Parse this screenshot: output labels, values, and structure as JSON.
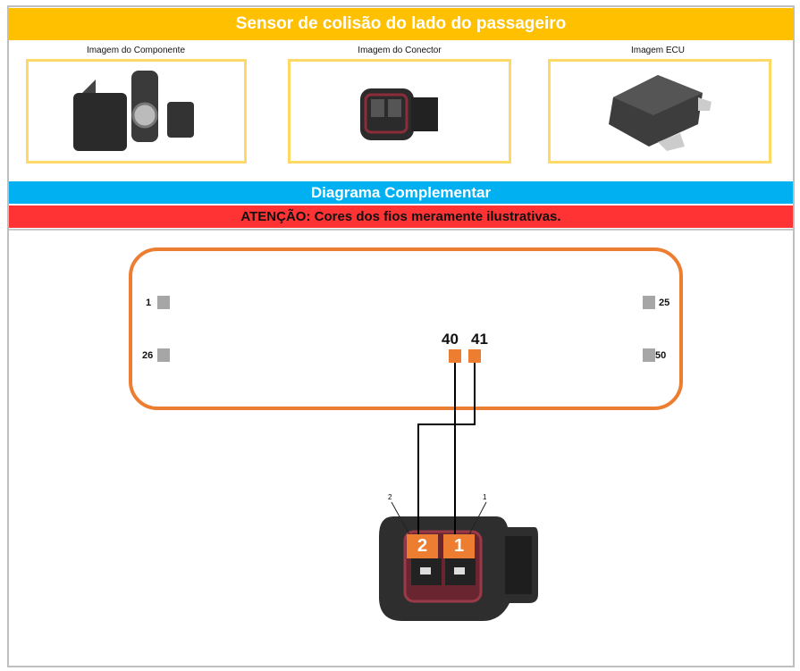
{
  "title": "Sensor de colisão do lado do passageiro",
  "images": {
    "component": "Imagem do Componente",
    "connector": "Imagem do Conector",
    "ecu": "Imagem ECU"
  },
  "diagram_title": "Diagrama Complementar",
  "warning": "ATENÇÃO: Cores dos fios meramente ilustrativas.",
  "ecu_pins": {
    "p1": "1",
    "p25": "25",
    "p26": "26",
    "p50": "50",
    "p40": "40",
    "p41": "41"
  },
  "connector_pins": {
    "a": "2",
    "b": "1"
  },
  "colors": {
    "header": "#ffc000",
    "diagram": "#00b0f0",
    "warning": "#ff3333",
    "accent": "#ed7d31"
  }
}
